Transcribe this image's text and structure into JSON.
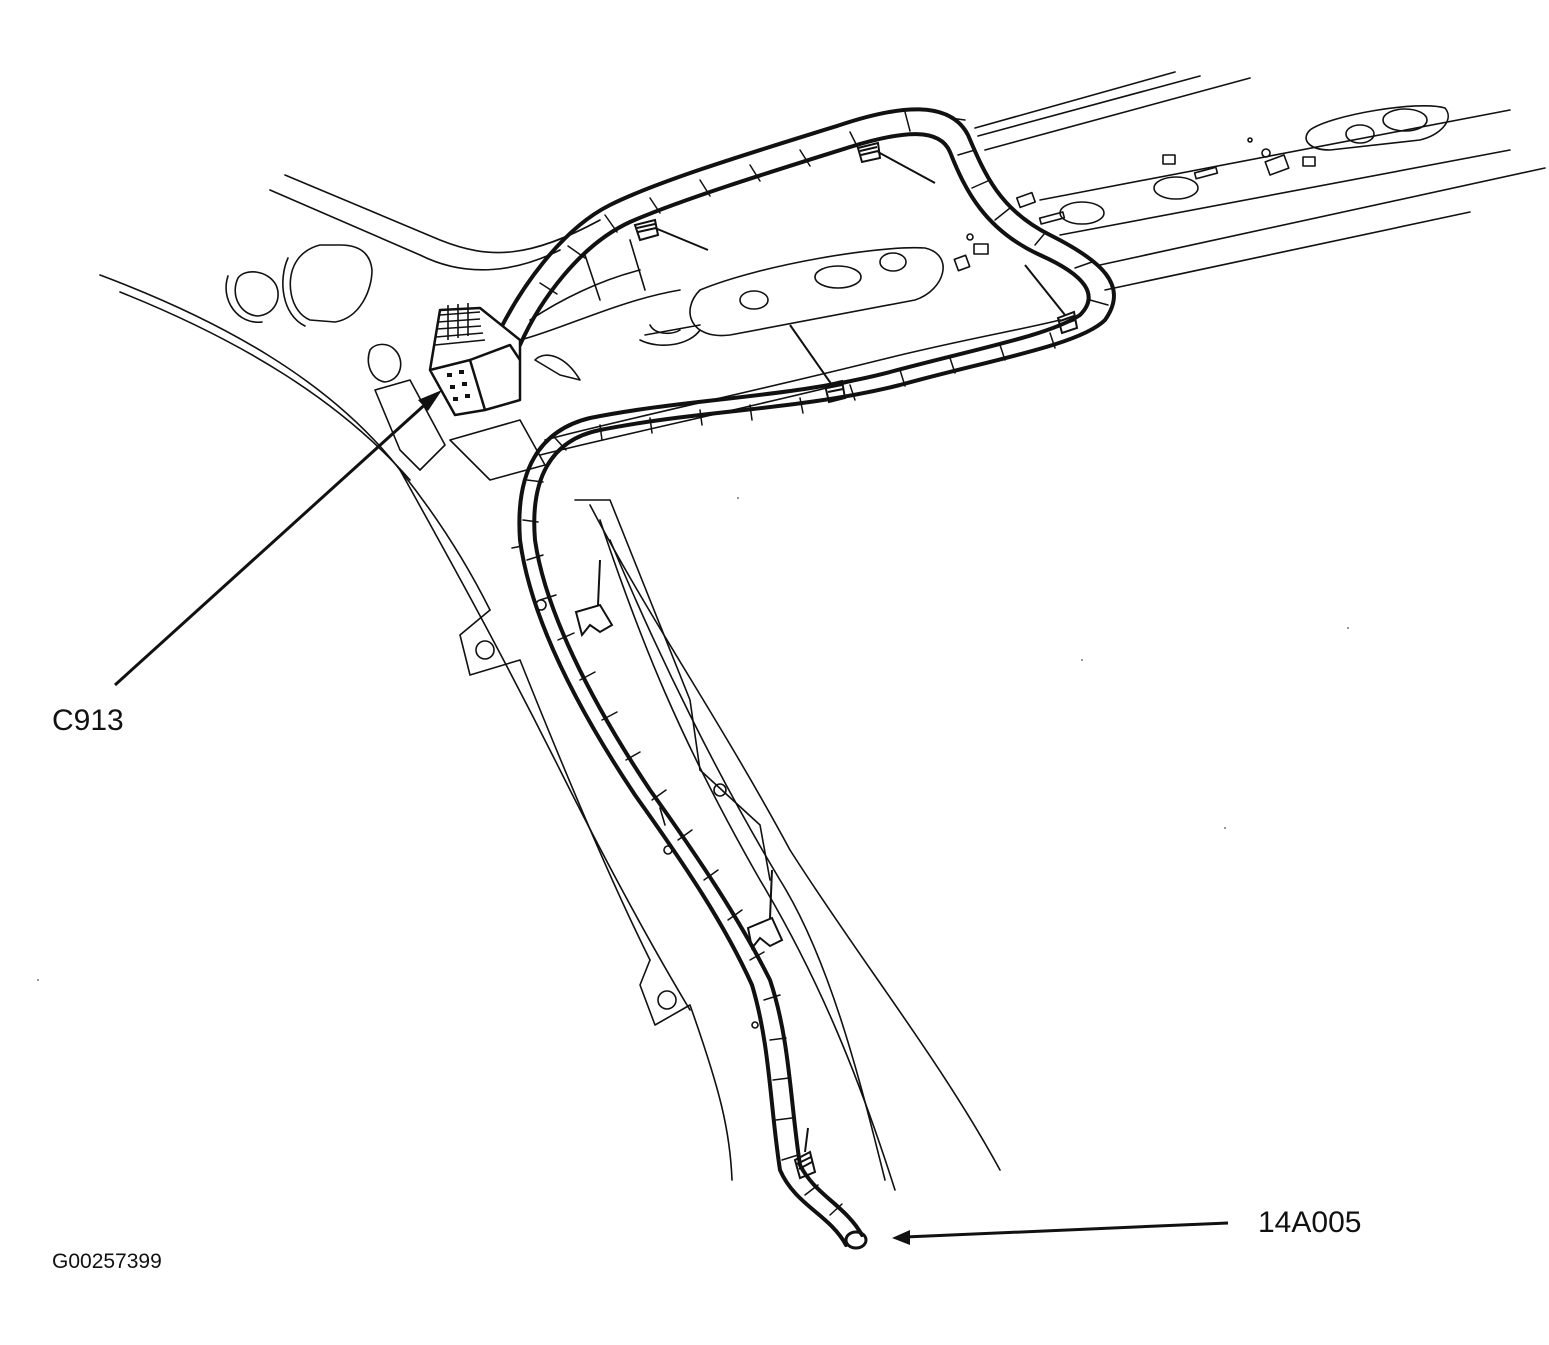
{
  "callouts": {
    "connector": "C913",
    "harness": "14A005"
  },
  "figure_id": "G00257399",
  "colors": {
    "line": "#111111",
    "background": "#ffffff"
  }
}
